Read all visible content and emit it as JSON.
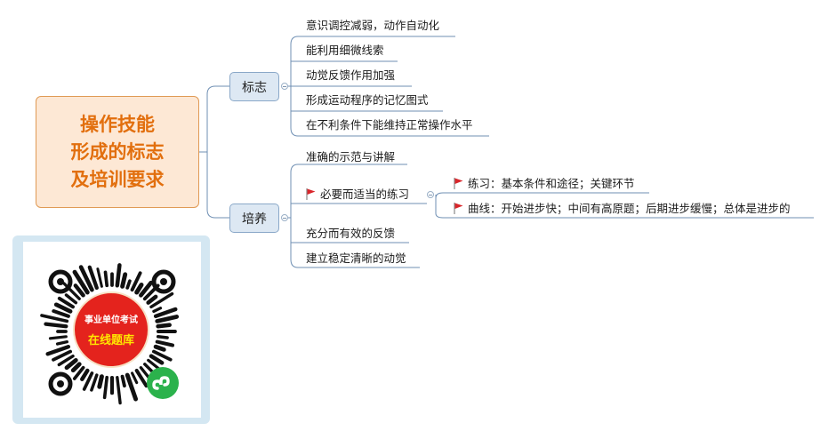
{
  "root": {
    "lines": [
      "操作技能",
      "形成的标志",
      "及培训要求"
    ]
  },
  "branches": [
    {
      "label": "标志",
      "items": [
        "意识调控减弱，动作自动化",
        "能利用细微线索",
        "动觉反馈作用加强",
        "形成运动程序的记忆图式",
        "在不利条件下能维持正常操作水平"
      ]
    },
    {
      "label": "培养",
      "items": [
        "准确的示范与讲解",
        "必要而适当的练习",
        "充分而有效的反馈",
        "建立稳定清晰的动觉"
      ],
      "sub": [
        "练习：基本条件和途径；关键环节",
        "曲线：开始进步快；中间有高原题；后期进步缓慢；总体是进步的"
      ]
    }
  ],
  "qr": {
    "line1": "事业单位考试",
    "line2": "在线题库"
  },
  "colors": {
    "line": "#6f8fb3",
    "root_text": "#e26f0e",
    "flag": "#d9262b"
  }
}
